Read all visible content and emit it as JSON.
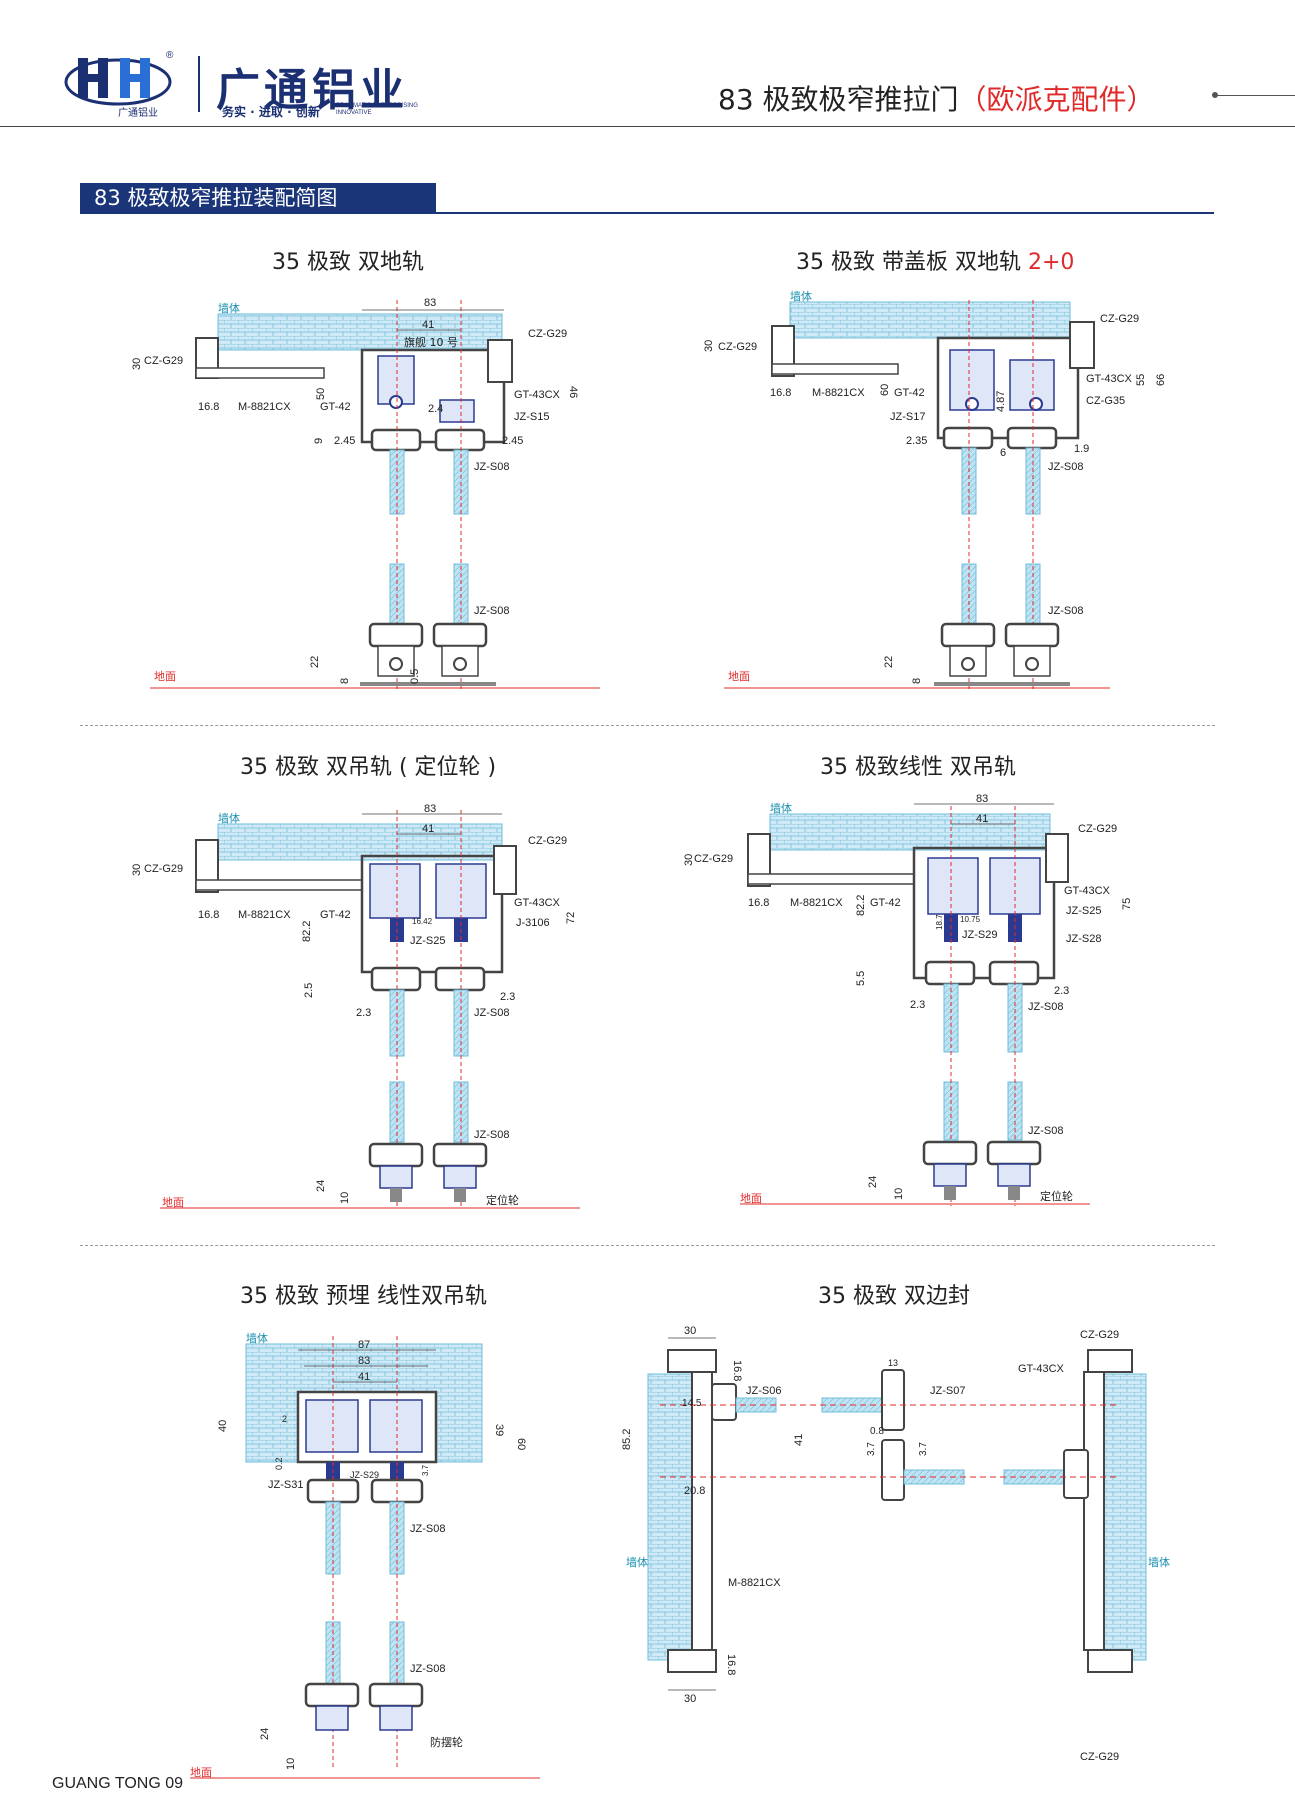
{
  "brand": {
    "name": "广通铝业",
    "slogan": "务实 · 进取 · 创新",
    "slogan_en": "PRAGMATIC ENTERPRISING INNOVATIVE",
    "logo_caption": "广通铝业",
    "reg_mark": "®"
  },
  "page_title": {
    "main": "83 极致极窄推拉门",
    "accent": "（欧派克配件）"
  },
  "section_title": "83 极致极窄推拉装配简图",
  "footer": "GUANG TONG  09",
  "colors": {
    "brand_blue": "#1b2f73",
    "accent_red": "#e02a2a",
    "wall_blue": "#bfe3f2",
    "glass_blue": "#7fc7e0"
  },
  "diagrams": [
    {
      "title": "35 极致 双地轨",
      "labels": {
        "wall": "墙体",
        "floor": "地面"
      },
      "parts": [
        "CZ-G29",
        "CZ-G29",
        "M-8821CX",
        "GT-42",
        "GT-43CX",
        "JZ-S15",
        "JZ-S08",
        "JZ-S08",
        "旗舰 10 号"
      ],
      "dims": [
        "83",
        "41",
        "30",
        "50",
        "16.8",
        "9",
        "2.45",
        "2.45",
        "2.4",
        "46",
        "22",
        "8",
        "0.5"
      ]
    },
    {
      "title": "35 极致 带盖板 双地轨",
      "title_accent": "2+0",
      "labels": {
        "wall": "墙体",
        "floor": "地面"
      },
      "parts": [
        "CZ-G29",
        "CZ-G29",
        "M-8821CX",
        "GT-42",
        "GT-43CX",
        "CZ-G35",
        "JZ-S17",
        "JZ-S08",
        "JZ-S08"
      ],
      "dims": [
        "30",
        "60",
        "16.8",
        "4.87",
        "2.35",
        "6",
        "1.9",
        "55",
        "66",
        "22",
        "8"
      ]
    },
    {
      "title": "35 极致 双吊轨 ( 定位轮 )",
      "labels": {
        "wall": "墙体",
        "floor": "地面"
      },
      "parts": [
        "CZ-G29",
        "CZ-G29",
        "M-8821CX",
        "GT-42",
        "GT-43CX",
        "J-3106",
        "JZ-S25",
        "JZ-S08",
        "JZ-S08",
        "定位轮"
      ],
      "dims": [
        "83",
        "41",
        "30",
        "16.8",
        "82.2",
        "16.42",
        "72",
        "2.5",
        "2.3",
        "2.3",
        "24",
        "10"
      ]
    },
    {
      "title": "35 极致线性 双吊轨",
      "labels": {
        "wall": "墙体",
        "floor": "地面"
      },
      "parts": [
        "CZ-G29",
        "CZ-G29",
        "M-8821CX",
        "GT-42",
        "GT-43CX",
        "JZ-S25",
        "JZ-S29",
        "JZ-S28",
        "JZ-S08",
        "JZ-S08",
        "定位轮"
      ],
      "dims": [
        "83",
        "41",
        "30",
        "16.8",
        "82.2",
        "18.7",
        "10.75",
        "75",
        "5.5",
        "2.3",
        "2.3",
        "24",
        "10"
      ]
    },
    {
      "title": "35 极致 预埋 线性双吊轨",
      "labels": {
        "wall": "墙体",
        "floor": "地面"
      },
      "parts": [
        "JZ-S31",
        "JZ-S29",
        "JZ-S08",
        "JZ-S08",
        "防摆轮"
      ],
      "dims": [
        "87",
        "83",
        "41",
        "40",
        "39",
        "60",
        "2",
        "0.2",
        "3.7",
        "24",
        "10"
      ]
    },
    {
      "title": "35 极致 双边封",
      "labels": {
        "wall_left": "墙体",
        "wall_right": "墙体"
      },
      "parts": [
        "CZ-G29",
        "CZ-G29",
        "GT-43CX",
        "JZ-S06",
        "JZ-S07",
        "M-8821CX"
      ],
      "dims": [
        "30",
        "16.8",
        "14.5",
        "85.2",
        "20.8",
        "16.8",
        "30",
        "13",
        "41",
        "0.8",
        "3.7",
        "3.7"
      ]
    }
  ]
}
